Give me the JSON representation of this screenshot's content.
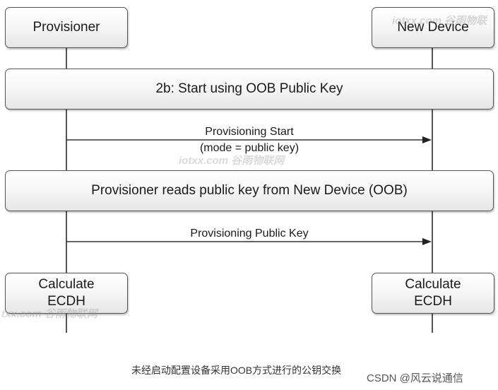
{
  "participants": {
    "provisioner": "Provisioner",
    "new_device": "New Device"
  },
  "steps": {
    "start_oob": "2b:  Start using OOB Public Key",
    "reads_key": "Provisioner reads public key from New Device (OOB)"
  },
  "messages": {
    "prov_start_line1": "Provisioning Start",
    "prov_start_line2": "(mode = public key)",
    "prov_public_key": "Provisioning Public Key"
  },
  "calc": {
    "left_line1": "Calculate",
    "left_line2": "ECDH",
    "right_line1": "Calculate",
    "right_line2": "ECDH"
  },
  "watermarks": {
    "top_right": "iotxx.com 谷雨物联",
    "middle": "iotxx.com 谷雨物联网",
    "bottom_left": "txx.com 谷雨物联网"
  },
  "caption": "未经启动配置设备采用OOB方式进行的公钥交换",
  "credit": "CSDN @风云说通信"
}
